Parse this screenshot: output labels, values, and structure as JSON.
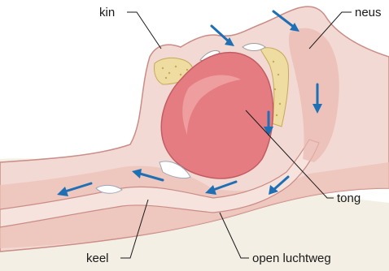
{
  "labels": {
    "chin": "kin",
    "nose": "neus",
    "tongue": "tong",
    "throat": "keel",
    "airway": "open luchtweg"
  },
  "colors": {
    "skin": "#f3d9d3",
    "skin_dark": "#e6b5ae",
    "tissue": "#ecc0b8",
    "tongue": "#e47c82",
    "tongue_light": "#f1a6a8",
    "bone": "#eedca0",
    "bone_dots": "#c7a85a",
    "outline": "#c98c86",
    "arrow": "#1f6fb5",
    "ground": "#f1ece0"
  },
  "icons": [
    "airflow-arrow"
  ]
}
